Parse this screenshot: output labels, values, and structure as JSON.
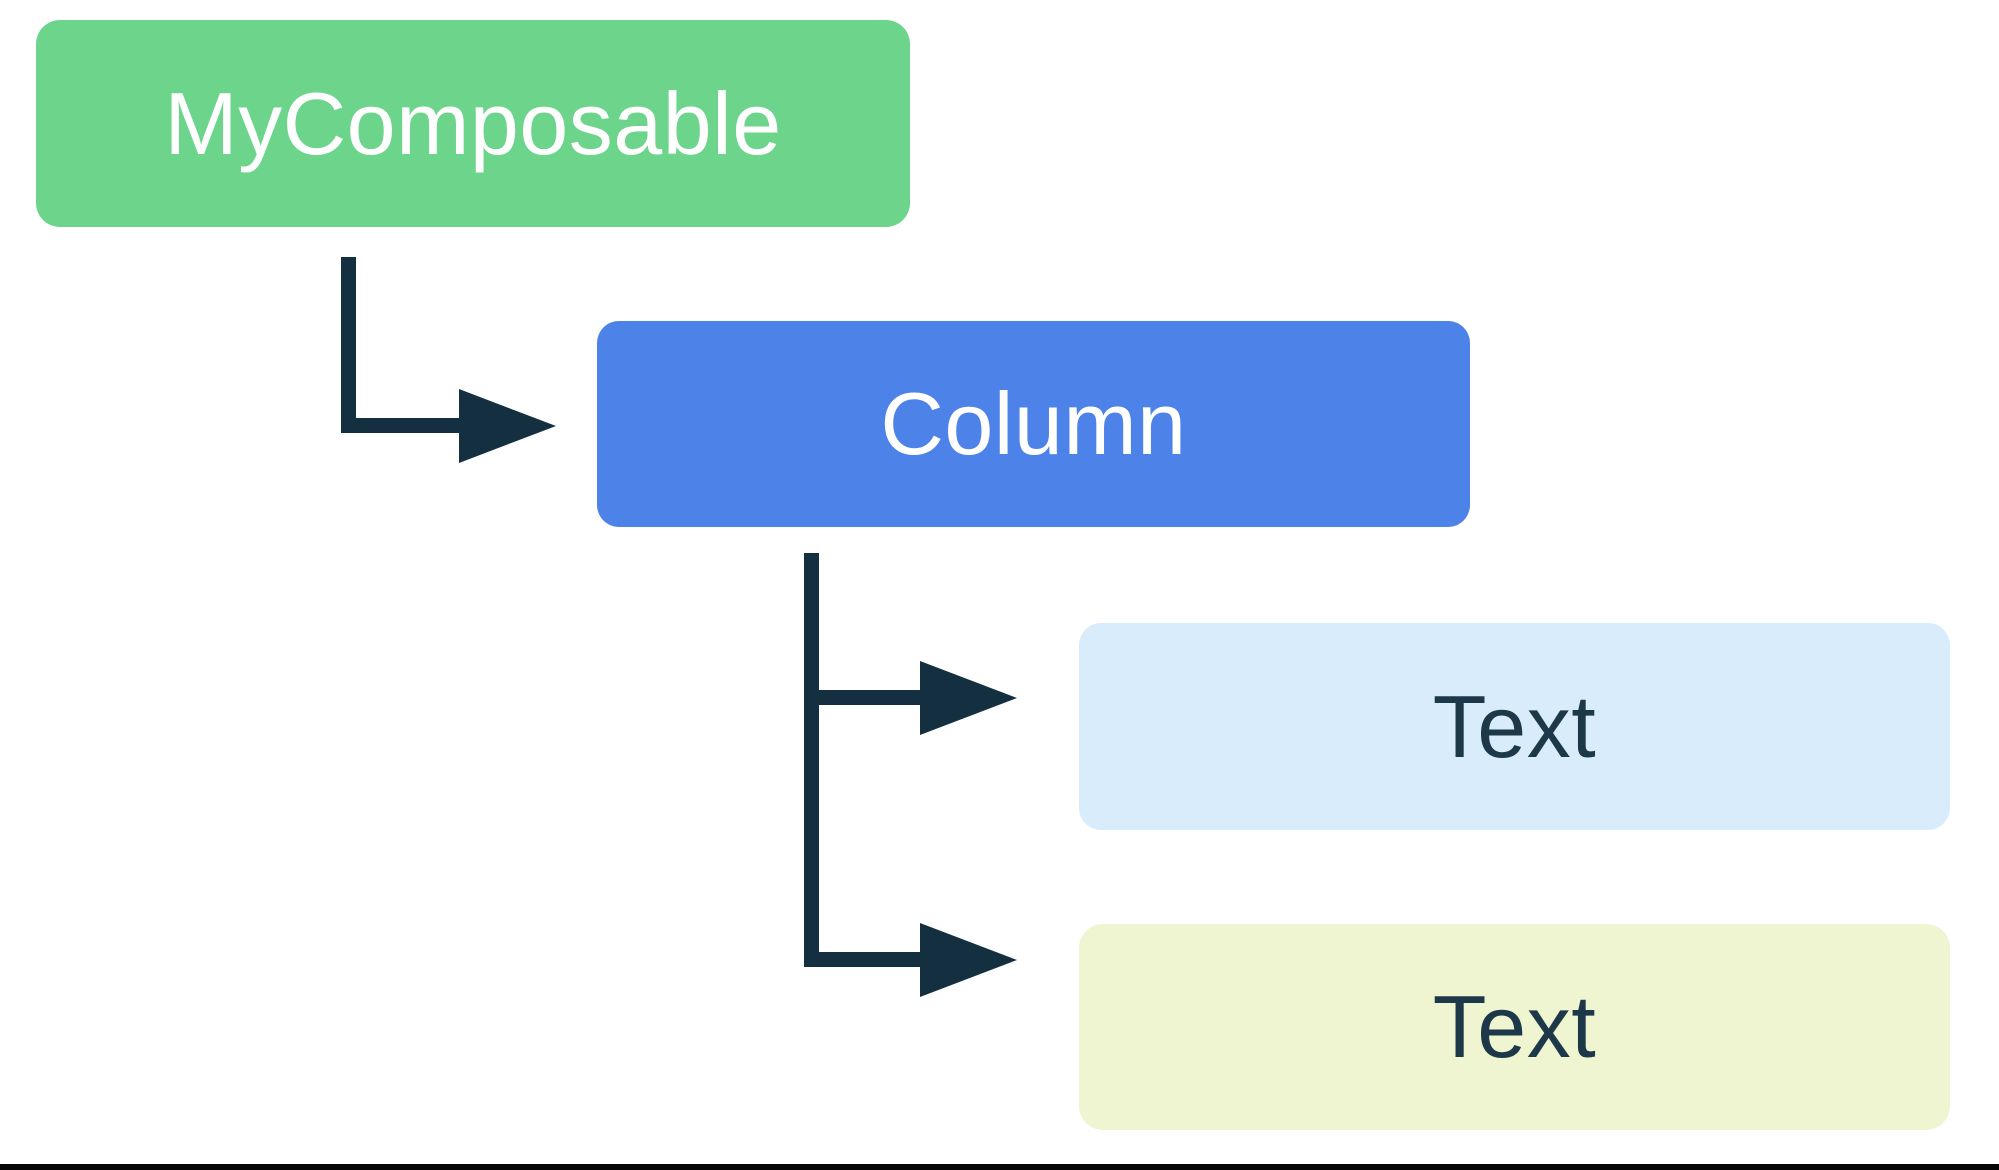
{
  "diagram": {
    "background": "#ffffff",
    "connector_color": "#143040",
    "bottom_rule_color": "#060606",
    "nodes": [
      {
        "id": "my-composable",
        "label": "MyComposable",
        "fill": "#6dd48b",
        "text_color": "#ffffff"
      },
      {
        "id": "column",
        "label": "Column",
        "fill": "#4d82e9",
        "text_color": "#ffffff"
      },
      {
        "id": "text-1",
        "label": "Text",
        "fill": "#d9ecfc",
        "text_color": "#1d3949"
      },
      {
        "id": "text-2",
        "label": "Text",
        "fill": "#eff4d1",
        "text_color": "#1d3949"
      }
    ],
    "edges": [
      {
        "from": "MyComposable",
        "to": "Column"
      },
      {
        "from": "Column",
        "to": "Text (first child)"
      },
      {
        "from": "Column",
        "to": "Text (second child)"
      }
    ]
  }
}
